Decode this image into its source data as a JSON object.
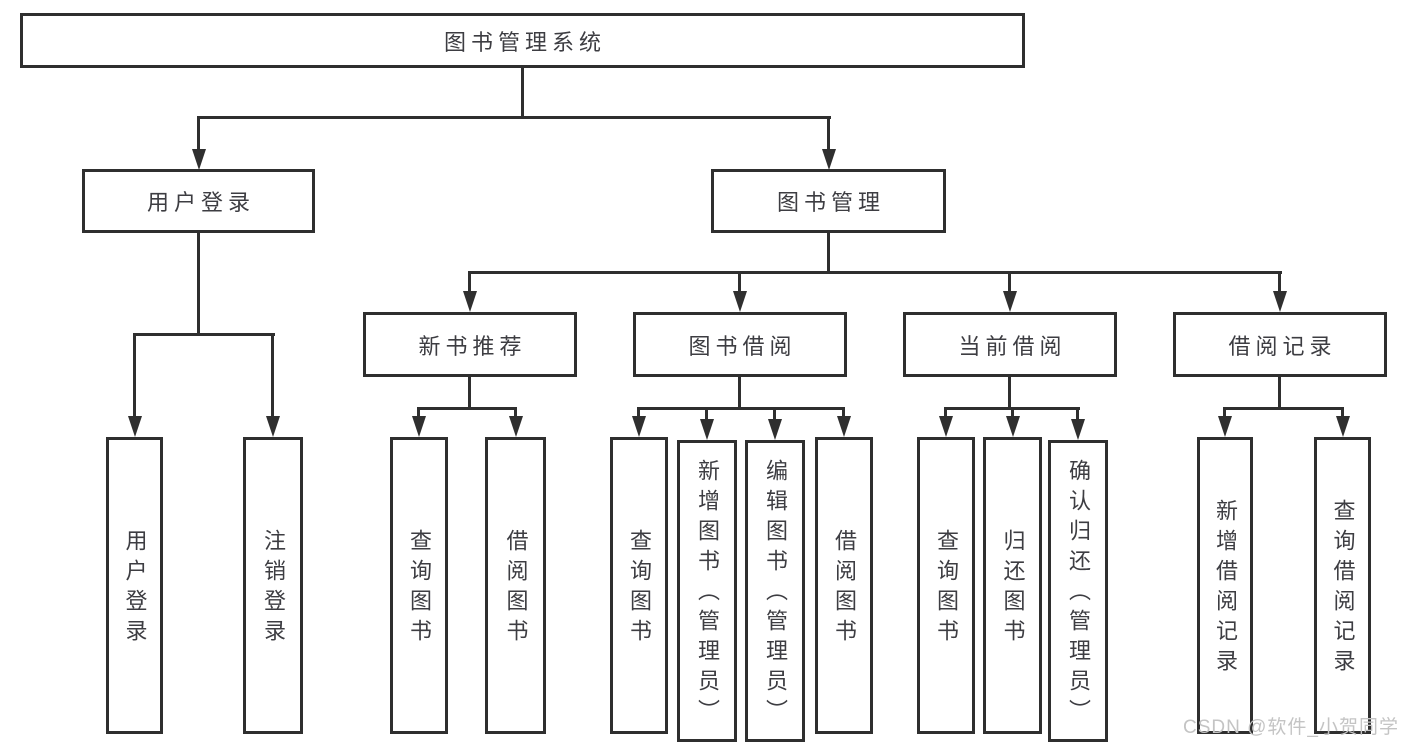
{
  "tree": {
    "root": {
      "label": "图书管理系统"
    },
    "branches": [
      {
        "label": "用户登录",
        "children": [
          {
            "label": "用户登录"
          },
          {
            "label": "注销登录"
          }
        ]
      },
      {
        "label": "图书管理",
        "children": [
          {
            "label": "新书推荐",
            "children": [
              {
                "label": "查询图书"
              },
              {
                "label": "借阅图书"
              }
            ]
          },
          {
            "label": "图书借阅",
            "children": [
              {
                "label": "查询图书"
              },
              {
                "label": "新增图书（管理员）"
              },
              {
                "label": "编辑图书（管理员）"
              },
              {
                "label": "借阅图书"
              }
            ]
          },
          {
            "label": "当前借阅",
            "children": [
              {
                "label": "查询图书"
              },
              {
                "label": "归还图书"
              },
              {
                "label": "确认归还（管理员）"
              }
            ]
          },
          {
            "label": "借阅记录",
            "children": [
              {
                "label": "新增借阅记录"
              },
              {
                "label": "查询借阅记录"
              }
            ]
          }
        ]
      }
    ]
  },
  "watermark": "CSDN @软件_小贺同学",
  "colors": {
    "line": "#2f2f2f",
    "text": "#3d3d42",
    "background": "#ffffff",
    "watermark": "#c4c4c4"
  }
}
